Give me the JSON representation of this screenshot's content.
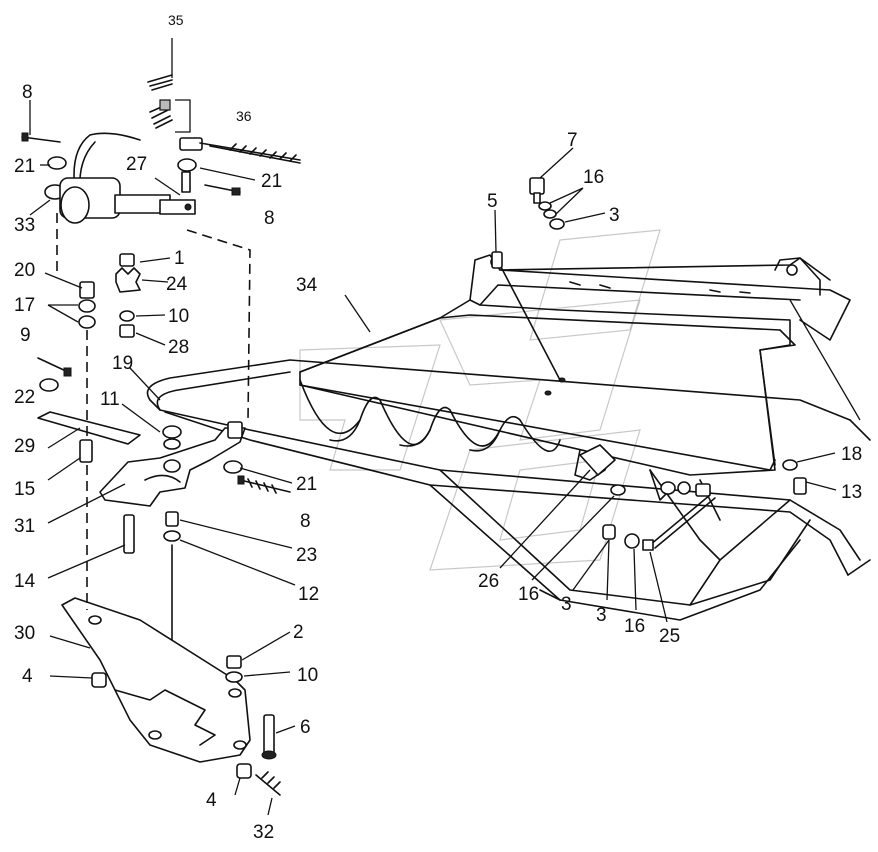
{
  "callouts": [
    "35",
    "36",
    "8",
    "21",
    "27",
    "21",
    "8",
    "33",
    "1",
    "24",
    "20",
    "17",
    "10",
    "28",
    "9",
    "22",
    "19",
    "11",
    "29",
    "15",
    "31",
    "14",
    "21",
    "8",
    "23",
    "12",
    "30",
    "4",
    "2",
    "10",
    "6",
    "4",
    "32",
    "7",
    "16",
    "3",
    "5",
    "34",
    "18",
    "13",
    "26",
    "16",
    "3",
    "3",
    "16",
    "25"
  ]
}
